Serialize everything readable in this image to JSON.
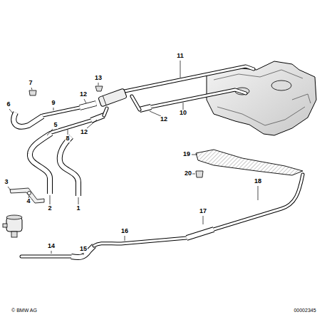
{
  "diagram": {
    "labels": [
      "11",
      "13",
      "7",
      "12",
      "6",
      "9",
      "12",
      "10",
      "8",
      "12",
      "5",
      "19",
      "20",
      "3",
      "4",
      "2",
      "1",
      "18",
      "17",
      "16",
      "14",
      "15",
      "© BMW AG",
      "00002345"
    ]
  }
}
